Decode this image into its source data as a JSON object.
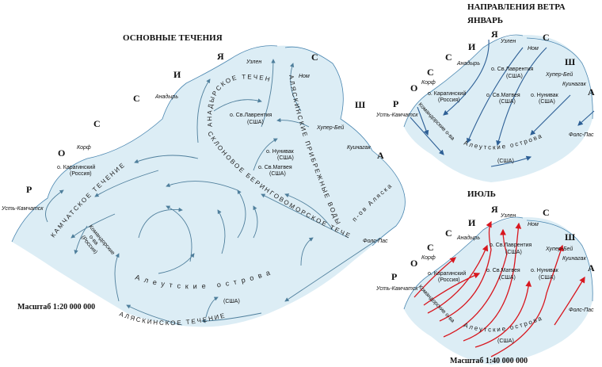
{
  "main_map": {
    "title": "ОСНОВНЫЕ ТЕЧЕНИЯ",
    "scale": "Масштаб 1:20 000 000",
    "country_letters_russia": [
      "Р",
      "О",
      "С",
      "С",
      "И",
      "Я"
    ],
    "country_letters_usa": [
      "С",
      "Ш",
      "А"
    ],
    "places": {
      "uelen": "Узлен",
      "nome": "Ном",
      "anadyr": "Анадырь",
      "korf": "Корф",
      "ust_kamchatsk": "Усть-Камчатск",
      "hooper_bay": "Хупер-Бей",
      "kuinagak": "Куинагак",
      "false_pass": "Фолс-Пас"
    },
    "islands": {
      "st_lawrence": "о. Св.Лаврентия",
      "st_lawrence_country": "(США)",
      "nunivak": "о. Нунивак",
      "nunivak_country": "(США)",
      "st_matthew": "о. Св.Матвея",
      "st_matthew_country": "(США)",
      "karaginsky": "о. Карагинский",
      "karaginsky_country": "(Россия)",
      "commander": "Командорские",
      "commander_2": "о-ва",
      "commander_country": "(Россия)",
      "aleutian": "Алеутские острова",
      "aleutian_country": "(США)",
      "alaska_peninsula": "п-ов Аляска"
    },
    "currents": {
      "anadyr": "АНАДЫРСКОЕ ТЕЧЕНИЕ",
      "alaska_coastal": "АЛЯСКИНСКИЕ ПРИБРЕЖНЫЕ ВОДЫ",
      "bering_slope": "СКЛОНОВОЕ БЕРИНГОВОМОРСКОЕ ТЕЧЕНИЕ",
      "kamchatka": "КАМЧАТСКОЕ ТЕЧЕНИЕ",
      "alaska": "АЛЯСКИНСКОЕ ТЕЧЕНИЕ"
    }
  },
  "wind_maps": {
    "heading": "НАПРАВЛЕНИЯ ВЕТРА",
    "january": {
      "title": "ЯНВАРЬ",
      "arrow_color": "#2d5f95"
    },
    "july": {
      "title": "ИЮЛЬ",
      "arrow_color": "#d8171f",
      "scale": "Масштаб 1:40 000 000"
    },
    "labels": {
      "uelen": "Узлен",
      "nome": "Ном",
      "anadyr": "Анадырь",
      "korf": "Корф",
      "ust_kamchatsk": "Усть-Камчатск",
      "hooper_bay": "Хупер-Бей",
      "kuinagak": "Куинагак",
      "false_pass": "Фолс-Пас",
      "st_lawrence": "о. Св.Лаврентия",
      "st_matthew": "о. Св.Матвея",
      "nunivak": "о. Нунивак",
      "usa": "(США)",
      "karaginsky": "о. Карагинский",
      "russia": "(Россия)",
      "commander": "Командорские о-ва",
      "aleutian": "Алеутские острова"
    }
  },
  "colors": {
    "sea": "#dcedf5",
    "coast": "#4a86b0",
    "current_arrows": "#4f7f9c"
  }
}
